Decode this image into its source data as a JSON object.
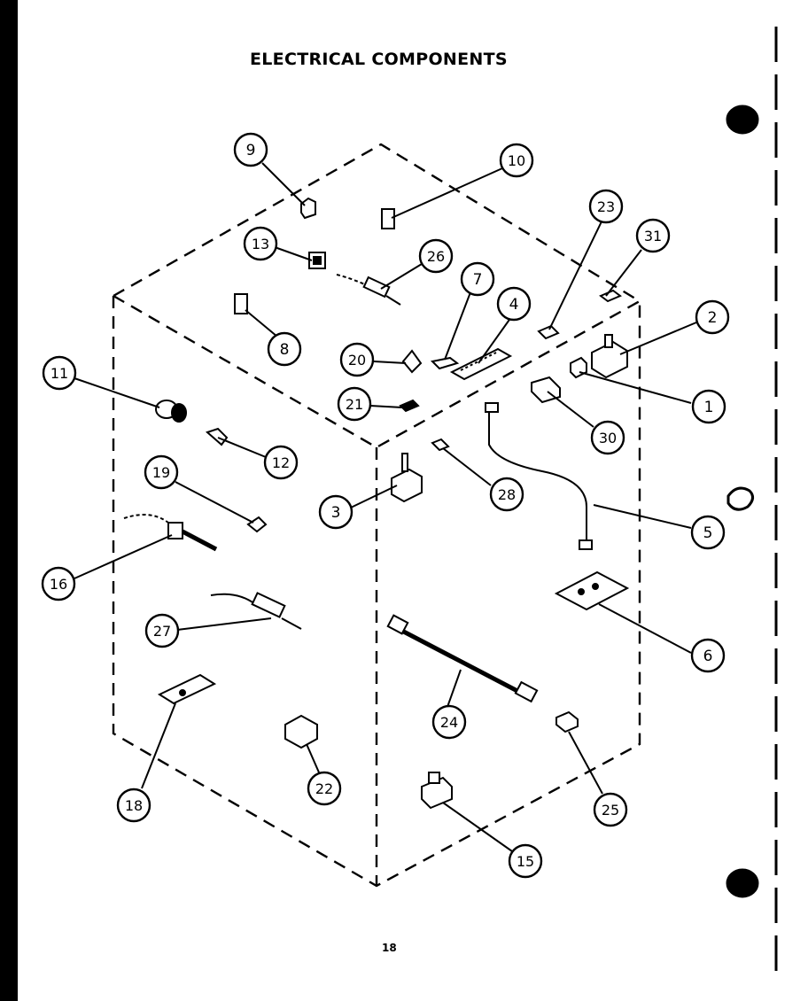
{
  "title": "ELECTRICAL COMPONENTS",
  "page_number": "18",
  "callouts": [
    "1",
    "2",
    "3",
    "4",
    "5",
    "6",
    "7",
    "8",
    "9",
    "10",
    "11",
    "12",
    "13",
    "15",
    "16",
    "18",
    "19",
    "20",
    "21",
    "22",
    "23",
    "24",
    "25",
    "26",
    "27",
    "28",
    "30",
    "31"
  ]
}
